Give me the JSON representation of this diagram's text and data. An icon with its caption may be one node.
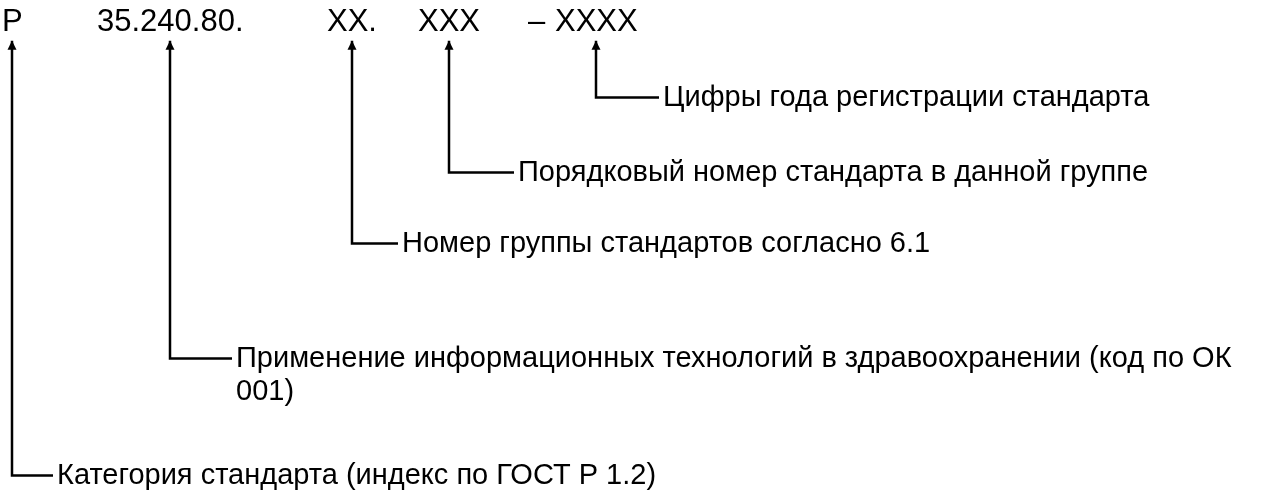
{
  "diagram": {
    "nodes": [
      {
        "text": [
          "Р"
        ]
      },
      {
        "text": [
          "35.240.80."
        ]
      },
      {
        "text": [
          "ХХ."
        ]
      },
      {
        "text": [
          "ХХХ"
        ]
      },
      {
        "text": [
          "ХХХХ"
        ]
      },
      {
        "text": [
          "Цифры года регистрации стандарта"
        ]
      },
      {
        "text": [
          "Порядковый номер стандарта в данной группе"
        ]
      },
      {
        "text": [
          "Номер группы стандартов согласно 6.1"
        ]
      },
      {
        "text": [
          "Применение информационных технологий в здравоохранении (код по ОК 001)"
        ]
      },
      {
        "text": [
          "Категория стандарта (индекс по ГОСТ Р 1.2)"
        ]
      }
    ],
    "edges": [
      {
        "from": 5,
        "to": 4,
        "arrow": "to"
      },
      {
        "from": 6,
        "to": 3,
        "arrow": "to"
      },
      {
        "from": 7,
        "to": 2,
        "arrow": "to"
      },
      {
        "from": 8,
        "to": 1,
        "arrow": "to"
      },
      {
        "from": 9,
        "to": 0,
        "arrow": "to"
      }
    ],
    "labels": [
      "–"
    ]
  }
}
